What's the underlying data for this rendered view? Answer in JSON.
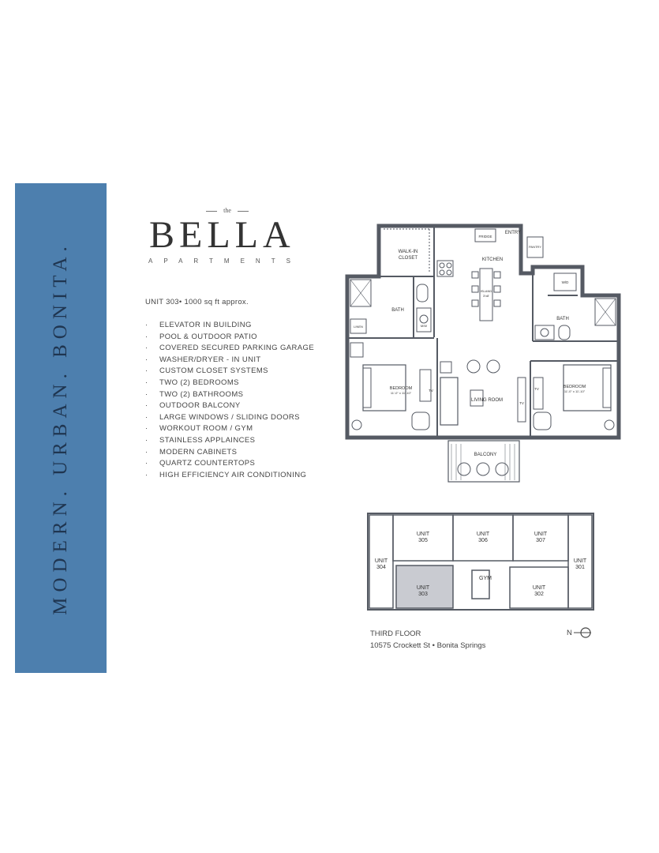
{
  "sidebar": {
    "tagline": "MODERN. URBAN. BONITA."
  },
  "brand": {
    "the": "the",
    "name": "BELLA",
    "subtitle": "APARTMENTS"
  },
  "unit": {
    "summary": "UNIT 303• 1000 sq ft approx."
  },
  "features": [
    "ELEVATOR IN BUILDING",
    "POOL & OUTDOOR PATIO",
    "COVERED SECURED PARKING GARAGE",
    "WASHER/DRYER - IN UNIT",
    "CUSTOM CLOSET SYSTEMS",
    "TWO (2) BEDROOMS",
    "TWO (2) BATHROOMS",
    "OUTDOOR BALCONY",
    "LARGE WINDOWS / SLIDING DOORS",
    "WORKOUT ROOM / GYM",
    "STAINLESS APPLAINCES",
    "MODERN CABINETS",
    "QUARTZ COUNTERTOPS",
    "HIGH EFFICIENCY AIR CONDITIONING"
  ],
  "floorplan": {
    "rooms": {
      "walk_in_closet_1": "WALK-IN",
      "walk_in_closet_2": "CLOSET",
      "entry": "ENTRY",
      "fridge": "FRIDGE",
      "pantry": "PANTRY",
      "kitchen": "KITCHEN",
      "island_1": "ISLAND",
      "island_2": "3'x8'",
      "wd": "W/D",
      "bath_left": "BATH",
      "bath_right": "BATH",
      "linen": "LINEN",
      "mw": "M/W",
      "bedroom_left": "BEDROOM",
      "bedroom_left_dims": "11'-0\" x 11'-10\"",
      "bedroom_right": "BEDROOM",
      "bedroom_right_dims": "11'-0\" x 11'-10\"",
      "living_room": "LIVING ROOM",
      "tv": "TV",
      "balcony": "BALCONY"
    }
  },
  "keyplan": {
    "units": [
      {
        "line1": "UNIT",
        "line2": "305"
      },
      {
        "line1": "UNIT",
        "line2": "306"
      },
      {
        "line1": "UNIT",
        "line2": "307"
      },
      {
        "line1": "UNIT",
        "line2": "304"
      },
      {
        "line1": "UNIT",
        "line2": "301"
      },
      {
        "line1": "UNIT",
        "line2": "303",
        "highlighted": true
      },
      {
        "line1": "UNIT",
        "line2": "302"
      }
    ],
    "gym": "GYM",
    "floor_label": "THIRD FLOOR",
    "address": "10575 Crockett St • Bonita Springs",
    "north_label": "N"
  },
  "colors": {
    "band": "#4d7fae",
    "band_text": "#1f3550",
    "highlight_unit": "#c9cbd1",
    "plan_wall": "#555a63"
  }
}
